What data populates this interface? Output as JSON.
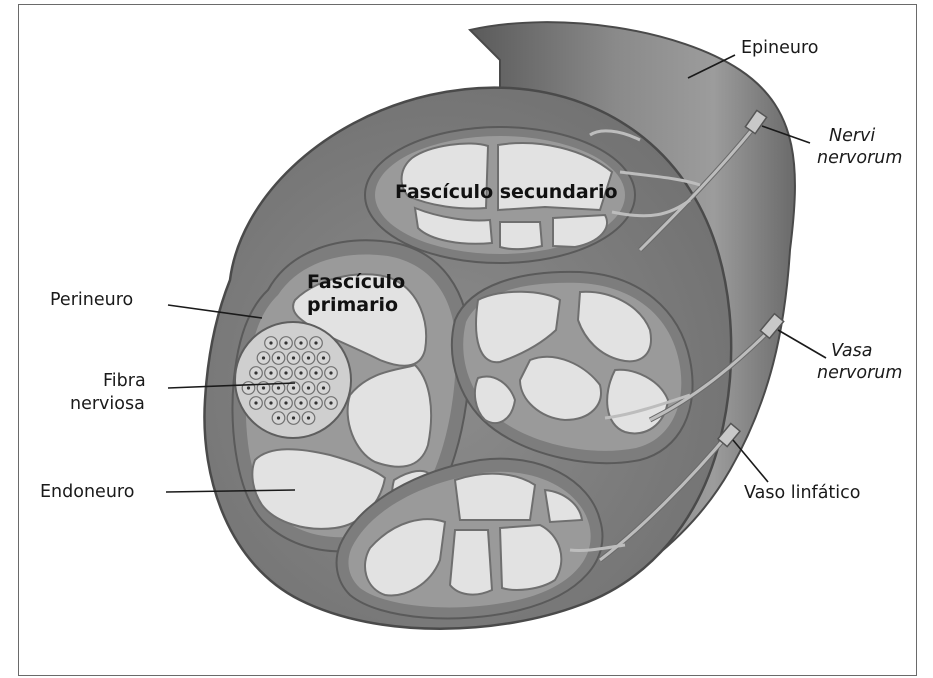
{
  "labels": {
    "epineuro": "Epineuro",
    "nervi_line1": "Nervi",
    "nervi_line2": "nervorum",
    "perineuro": "Perineuro",
    "fibra_line1": "Fibra",
    "fibra_line2": "nerviosa",
    "endoneuro": "Endoneuro",
    "vasa_line1": "Vasa",
    "vasa_line2": "nervorum",
    "vaso_linfatico": "Vaso linfático",
    "fasciculo_secundario": "Fascículo secundario",
    "fasciculo_primario_line1": "Fascículo",
    "fasciculo_primario_line2": "primario"
  },
  "colors": {
    "outer_sheath": "#6e6e6e",
    "cut_face": "#8a8a8a",
    "fascicle_wall": "#7d7d7d",
    "endoneurial_cell": "#e2e2e2",
    "frame_border": "#6a6a6a"
  }
}
